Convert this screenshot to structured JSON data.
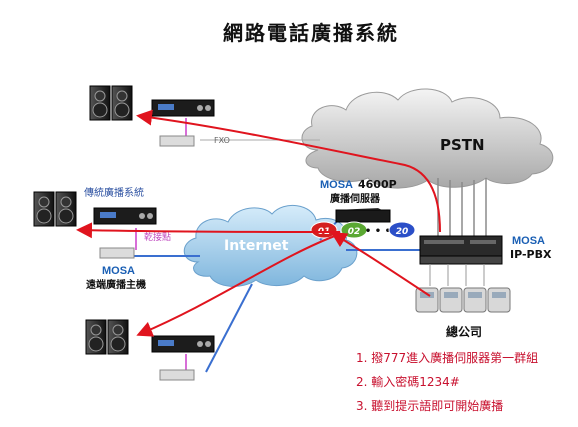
{
  "title": "網路電話廣播系統",
  "network": {
    "pstn": "PSTN",
    "internet": "Internet",
    "fxo": "FXO"
  },
  "left_top": {},
  "left_middle": {
    "system_label": "傳統廣播系統",
    "dry_contact": "乾接點",
    "brand": "MOSA",
    "host_label": "遠端廣播主機"
  },
  "server": {
    "brand": "MOSA",
    "model": "4600P",
    "label": "廣播伺服器",
    "groups": [
      "01",
      "02",
      "20"
    ],
    "ellipsis": "• • •"
  },
  "pbx": {
    "brand": "MOSA",
    "model": "IP-PBX"
  },
  "head_office": "總公司",
  "steps": [
    "1. 撥777進入廣播伺服器第一群組",
    "2. 輸入密碼1234#",
    "3. 聽到提示語即可開始廣播"
  ],
  "colors": {
    "red_line": "#e0141e",
    "blue_line": "#3a6fd0",
    "pink_line": "#d86ed8",
    "brand_blue": "#1a5fb4",
    "step_red": "#c8102e"
  },
  "icons": [
    "speaker-icon",
    "amplifier-icon",
    "gateway-icon",
    "phone-icon",
    "server-icon",
    "pbx-icon",
    "cloud-icon"
  ]
}
